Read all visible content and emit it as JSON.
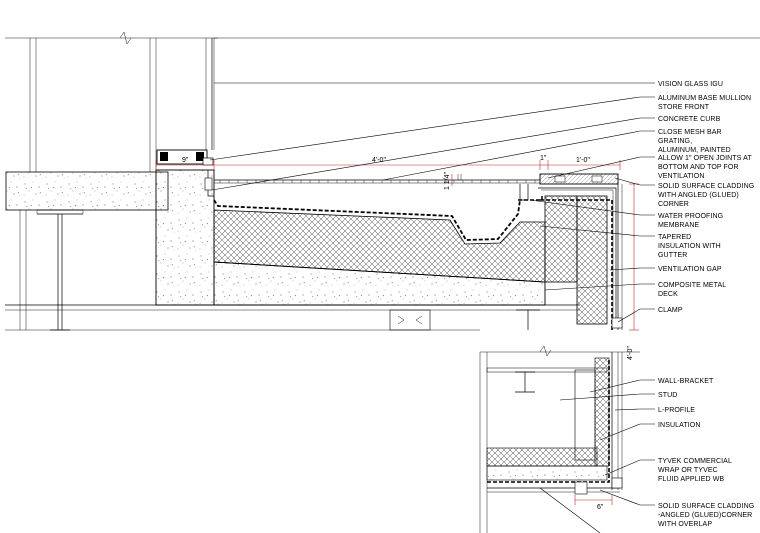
{
  "callouts": {
    "vision_glass": "VISION GLASS IGU",
    "mullion_1": "ALUMINUM BASE MULLION",
    "mullion_2": "STORE FRONT",
    "concrete_curb": "CONCRETE CURB",
    "grating_1": "CLOSE MESH BAR",
    "grating_2": "GRATING,",
    "grating_3": "ALUMINUM, PAINTED",
    "joints_1": "ALLOW 1\" OPEN JOINTS AT",
    "joints_2": "BOTTOM AND TOP FOR",
    "joints_3": "VENTILATION",
    "cladding_1": "SOLID SURFACE CLADDING",
    "cladding_2": "WITH ANGLED (GLUED)",
    "cladding_3": "CORNER",
    "membrane_1": "WATER PROOFING",
    "membrane_2": "MEMBRANE",
    "tapered_1": "TAPERED",
    "tapered_2": "INSULATION WITH",
    "tapered_3": "GUTTER",
    "vent_gap": "VENTILATION GAP",
    "deck_1": "COMPOSITE METAL",
    "deck_2": "DECK",
    "clamp": "CLAMP",
    "bracket": "WALL-BRACKET",
    "stud": "STUD",
    "lprofile": "L-PROFILE",
    "insulation": "INSULATION",
    "tyvek_1": "TYVEK COMMERCIAL",
    "tyvek_2": "WRAP OR TYVEC",
    "tyvek_3": "FLUID APPLIED WB",
    "corner_1": "SOLID SURFACE CLADDING",
    "corner_2": "-ANGLED (GLUED)CORNER",
    "corner_3": "WITH OVERLAP"
  },
  "dimensions": {
    "curb_width": "9\"",
    "grating_span": "4'-0\"",
    "joint": "1\"",
    "cladding_span": "1'-0\"",
    "gutter_depth": "1 1/4\"",
    "wall_height": "4'-0\"",
    "overlap": "6\""
  }
}
